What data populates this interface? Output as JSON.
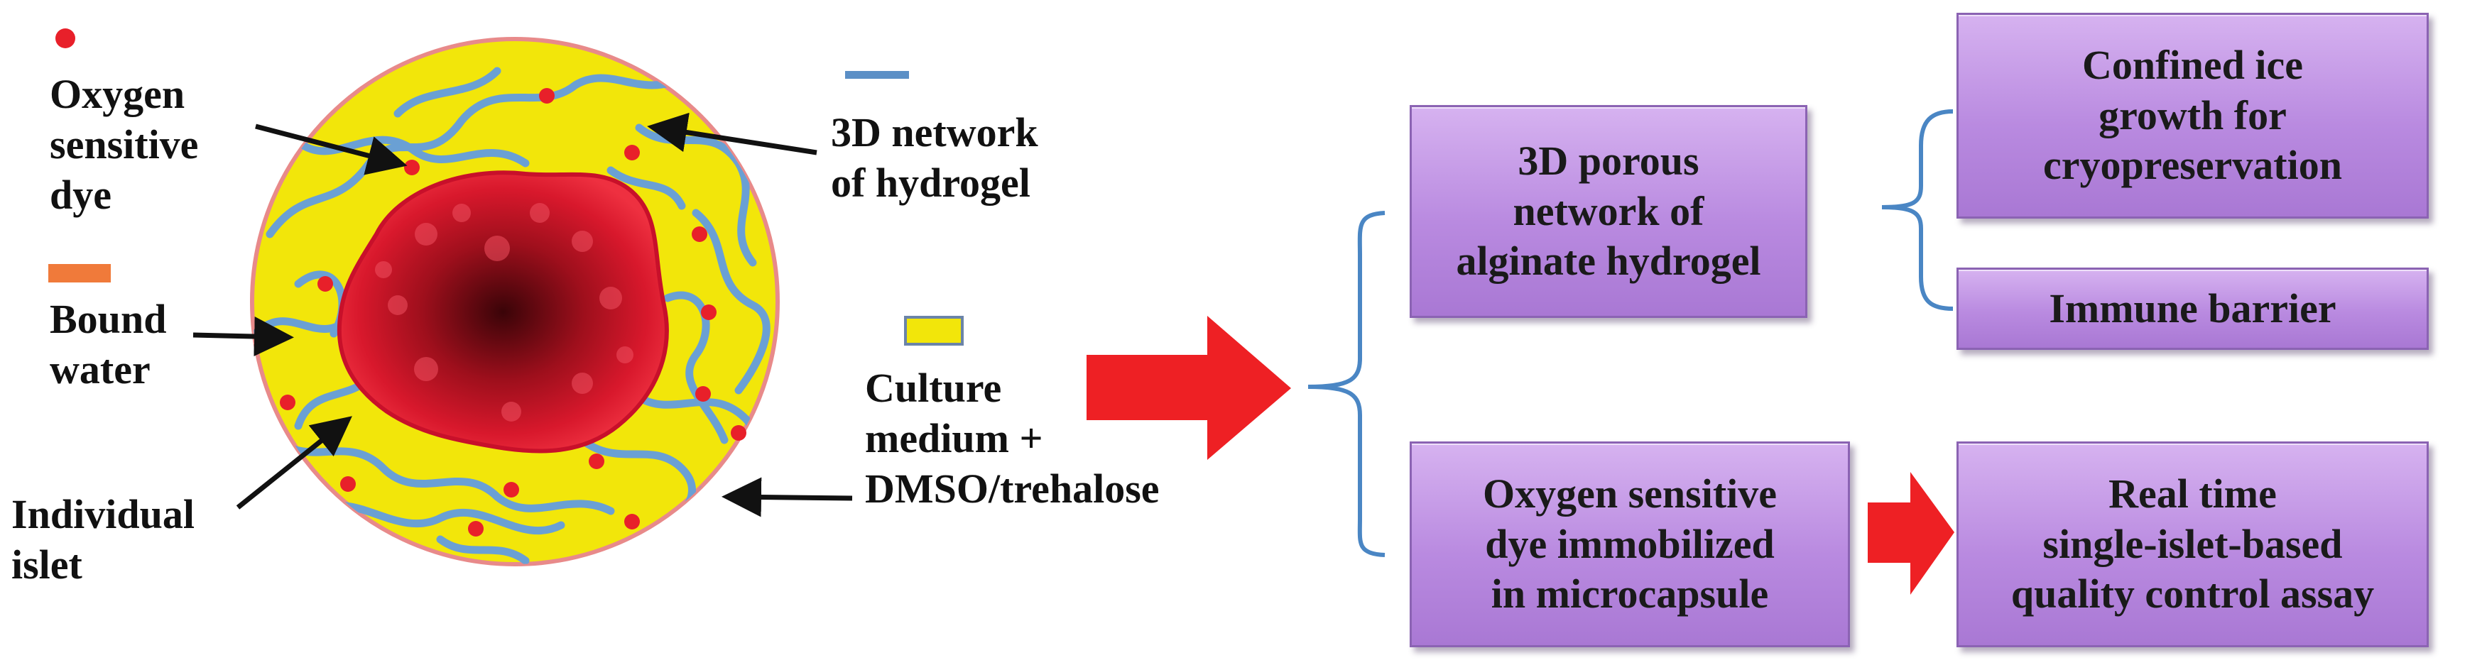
{
  "legend": {
    "oxygen_dye": "Oxygen\nsensitive\ndye",
    "bound_water": "Bound\nwater",
    "individual_islet": "Individual\nislet",
    "network_hydrogel": "3D network\nof hydrogel",
    "culture_medium": "Culture\nmedium +\nDMSO/trehalose"
  },
  "boxes": {
    "porous_network": "3D porous\nnetwork of\nalginate hydrogel",
    "confined_ice": "Confined ice\ngrowth for\ncryopreservation",
    "immune_barrier": "Immune barrier",
    "oxygen_immobilized": "Oxygen sensitive\ndye immobilized\nin microcapsule",
    "real_time_assay": "Real time\nsingle-islet-based\nquality control assay"
  },
  "colors": {
    "dye_dot": "#e8202a",
    "bound_water": "#f07a3a",
    "hydrogel": "#5b8fc6",
    "medium": "#f2e60a",
    "arrow_red": "#ee2024",
    "bracket": "#4a86c4"
  }
}
